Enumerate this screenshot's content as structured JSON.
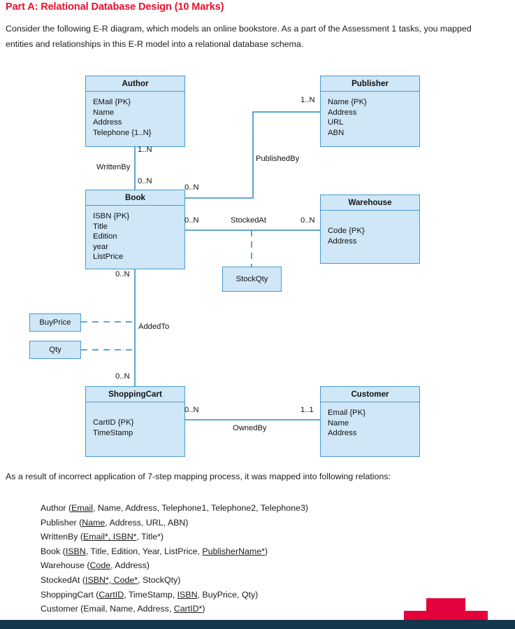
{
  "heading": "Part A: Relational Database Design (10 Marks)",
  "intro": "Consider the following E-R diagram, which models an online bookstore. As a part of the Assessment 1 tasks, you mapped entities and relationships in this E-R model into a relational database schema.",
  "result_line": "As a result of incorrect application of 7-step mapping process, it was mapped into following relations:",
  "colors": {
    "heading_red": "#e8112d",
    "entity_fill": "#cfe7f7",
    "entity_border": "#4a9bd1",
    "footer_red": "#e4003a",
    "footer_navy": "#15374d"
  },
  "diagram": {
    "entities": [
      {
        "name": "Author",
        "attributes": [
          "EMail {PK}",
          "Name",
          "Address",
          "Telephone {1..N}"
        ]
      },
      {
        "name": "Publisher",
        "attributes": [
          "Name {PK}",
          "Address",
          "URL",
          "ABN"
        ]
      },
      {
        "name": "Book",
        "attributes": [
          "ISBN {PK}",
          "Title",
          "Edition",
          "year",
          "ListPrice"
        ]
      },
      {
        "name": "Warehouse",
        "attributes": [
          "Code {PK}",
          "Address"
        ]
      },
      {
        "name": "ShoppingCart",
        "attributes": [
          "CartID {PK}",
          "TimeStamp"
        ]
      },
      {
        "name": "Customer",
        "attributes": [
          "Email {PK}",
          "Name",
          "Address"
        ]
      }
    ],
    "association_attributes": [
      {
        "name": "StockQty"
      },
      {
        "name": "BuyPrice"
      },
      {
        "name": "Qty"
      }
    ],
    "relationships": [
      {
        "name": "WrittenBy",
        "from_card": "1..N",
        "to_card": "0..N"
      },
      {
        "name": "PublishedBy",
        "from_card": "0..N",
        "to_card": "1..N"
      },
      {
        "name": "StockedAt",
        "from_card": "0..N",
        "to_card": "0..N"
      },
      {
        "name": "AddedTo",
        "from_card": "0..N",
        "to_card": "0..N"
      },
      {
        "name": "OwnedBy",
        "from_card": "0..N",
        "to_card": "1..1"
      }
    ],
    "cardinality_labels": {
      "author_to_book": "1..N",
      "book_to_author": "0..N",
      "book_to_publisher": "0..N",
      "publisher_to_book": "1..N",
      "book_to_warehouse": "0..N",
      "warehouse_to_book": "0..N",
      "book_to_cart": "0..N",
      "cart_to_book": "0..N",
      "cart_to_customer": "0..N",
      "customer_to_cart": "1..1"
    }
  },
  "relations": [
    {
      "prefix": "Author (",
      "parts": [
        {
          "t": "Email",
          "u": true
        },
        {
          "t": ", Name, Address, Telephone1, Telephone2, Telephone3)",
          "u": false
        }
      ]
    },
    {
      "prefix": "Publisher (",
      "parts": [
        {
          "t": "Name",
          "u": true
        },
        {
          "t": ", Address, URL, ABN)",
          "u": false
        }
      ]
    },
    {
      "prefix": "WrittenBy (",
      "parts": [
        {
          "t": "Email*, ISBN*",
          "u": true
        },
        {
          "t": ", Title*)",
          "u": false
        }
      ]
    },
    {
      "prefix": "Book (",
      "parts": [
        {
          "t": "ISBN",
          "u": true
        },
        {
          "t": ", Title, Edition, Year, ListPrice, ",
          "u": false
        },
        {
          "t": "PublisherName*",
          "u": true
        },
        {
          "t": ")",
          "u": false
        }
      ]
    },
    {
      "prefix": "Warehouse (",
      "parts": [
        {
          "t": "Code",
          "u": true
        },
        {
          "t": ", Address)",
          "u": false
        }
      ]
    },
    {
      "prefix": "StockedAt (",
      "parts": [
        {
          "t": "ISBN*, Code*",
          "u": true
        },
        {
          "t": ", StockQty)",
          "u": false
        }
      ]
    },
    {
      "prefix": "ShoppingCart (",
      "parts": [
        {
          "t": "CartID",
          "u": true
        },
        {
          "t": ", TimeStamp, ",
          "u": false
        },
        {
          "t": "ISBN",
          "u": true
        },
        {
          "t": ", BuyPrice, Qty)",
          "u": false
        }
      ]
    },
    {
      "prefix": "Customer (",
      "parts": [
        {
          "t": "Email, Name, Address, ",
          "u": false
        },
        {
          "t": "CartID*",
          "u": true
        },
        {
          "t": ")",
          "u": false
        }
      ]
    }
  ]
}
